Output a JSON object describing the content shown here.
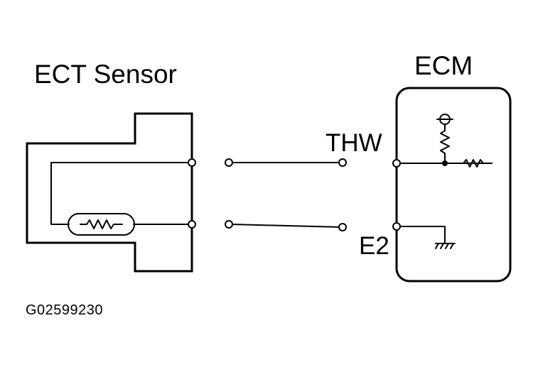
{
  "labels": {
    "ect_sensor": "ECT Sensor",
    "ecm": "ECM",
    "thw": "THW",
    "e2": "E2",
    "figure_code": "G02599230"
  },
  "icons": [
    "thermistor-icon",
    "resistor-icon",
    "ground-icon",
    "voltage-source-icon"
  ]
}
